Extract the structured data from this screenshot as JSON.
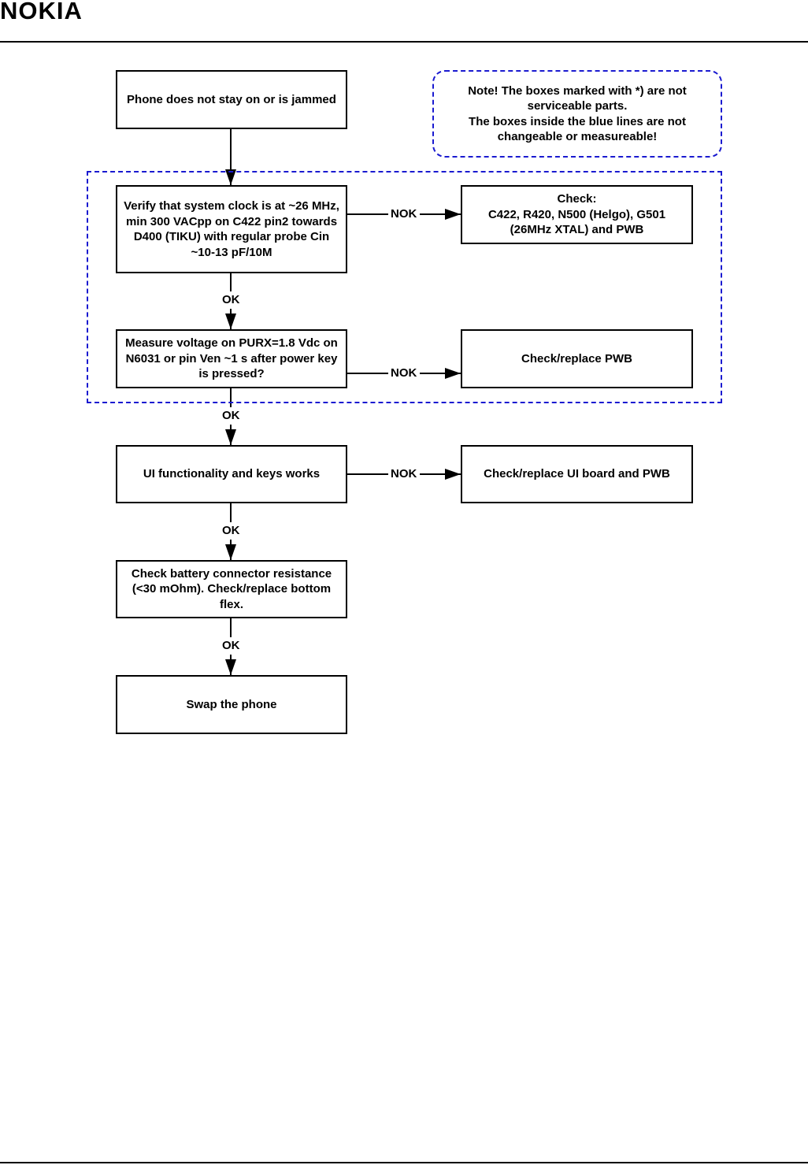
{
  "header": {
    "logo_text": "NOKIA"
  },
  "colors": {
    "line": "#000000",
    "region_border": "#1a1ad0"
  },
  "note": {
    "text": "Note! The boxes marked with *) are not serviceable parts.\nThe boxes inside the blue lines are not changeable or measureable!"
  },
  "nodes": {
    "start": "Phone does not stay on or is jammed",
    "verify_clock": "Verify that system clock is at ~26 MHz, min 300 VACpp on C422 pin2 towards D400 (TIKU) with regular probe Cin ~10-13 pF/10M",
    "check_clock": "Check:\nC422, R420, N500 (Helgo), G501 (26MHz XTAL) and PWB",
    "measure_purx": "Measure voltage on PURX=1.8 Vdc on N6031 or pin Ven ~1 s after power key is pressed?",
    "check_pwb": "Check/replace PWB",
    "ui_keys": "UI functionality and keys works",
    "check_ui": "Check/replace UI board and PWB",
    "battery": "Check battery connector resistance (<30 mOhm). Check/replace bottom flex.",
    "swap": "Swap the phone"
  },
  "edges": {
    "ok_1": "OK",
    "ok_2": "OK",
    "ok_3": "OK",
    "ok_4": "OK",
    "nok_1": "NOK",
    "nok_2": "NOK",
    "nok_3": "NOK"
  }
}
